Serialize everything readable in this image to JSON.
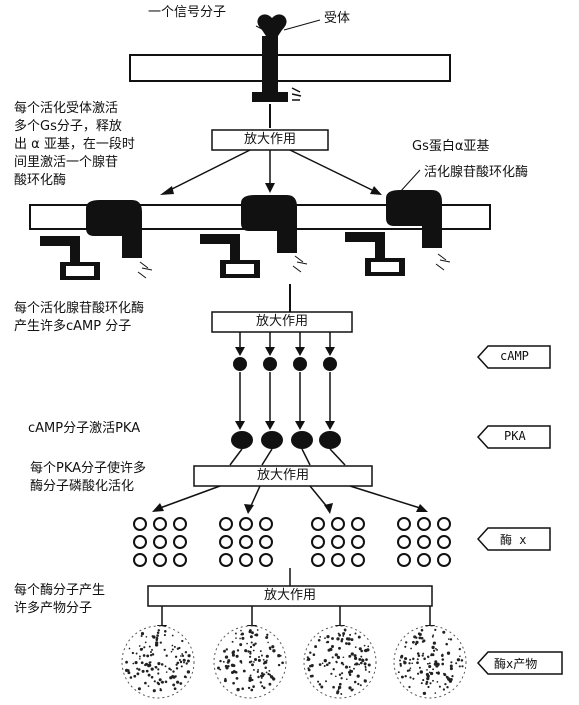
{
  "labels": {
    "signal": "一个信号分子",
    "receptor": "受体",
    "step1_line1": "每个活化受体激活",
    "step1_line2": "多个Gs分子，释放",
    "step1_line3": "出 α 亚基，在一段时",
    "step1_line4": "间里激活一个腺苷",
    "step1_line5": "酸环化酶",
    "gs_alpha": "Gs蛋白α亚基",
    "active_ac": "活化腺苷酸环化酶",
    "step2_line1": "每个活化腺苷酸环化酶",
    "step2_line2": "产生许多cAMP 分子",
    "step3": "cAMP分子激活PKA",
    "step4_line1": "每个PKA分子使许多",
    "step4_line2": "酶分子磷酸化活化",
    "step5_line1": "每个酶分子产生",
    "step5_line2": "许多产物分子"
  },
  "amplification": {
    "label1": "放大作用",
    "label2": "放大作用",
    "label3": "放大作用",
    "label4": "放大作用"
  },
  "tags": {
    "camp": "cAMP",
    "pka": "PKA",
    "enzyme": "酶 x",
    "product": "酶x产物"
  }
}
